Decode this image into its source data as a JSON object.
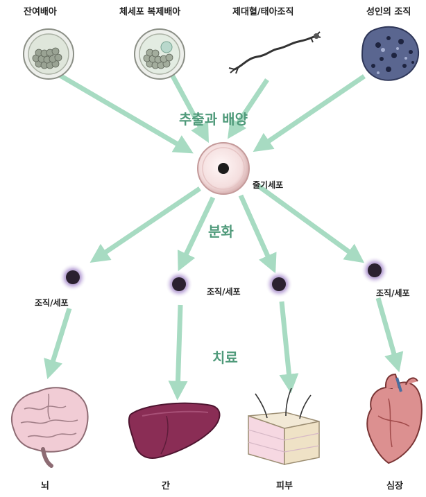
{
  "sources": [
    "잔여배아",
    "체세포 복제배아",
    "제대혈/태아조직",
    "성인의 조직"
  ],
  "center_label": "줄기세포",
  "stages": {
    "extract": "추출과 배양",
    "differentiate": "분화",
    "treatment": "치료"
  },
  "tissue_cell_label": "조직/세포",
  "organs": [
    "뇌",
    "간",
    "피부",
    "심장"
  ],
  "colors": {
    "arrow": "#a7dbc2",
    "stage_text": "#4f9a7a",
    "cell_body": "#f1d8d8",
    "nucleus": "#1c1c1c",
    "liver": "#8a2d55",
    "brain": "#efc6d0",
    "heart": "#d98a8a"
  }
}
